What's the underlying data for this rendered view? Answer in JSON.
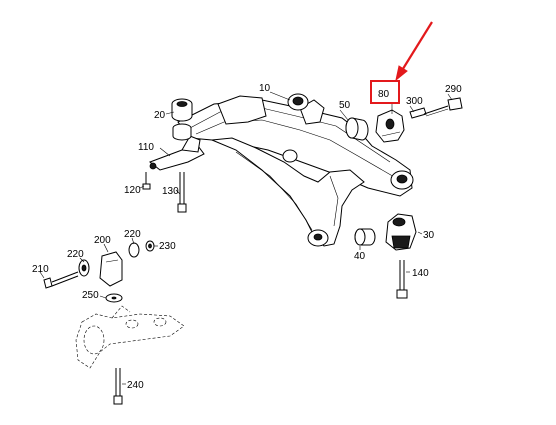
{
  "diagram": {
    "callouts": {
      "c10": "10",
      "c20": "20",
      "c30": "30",
      "c40": "40",
      "c50": "50",
      "c80": "80",
      "c110": "110",
      "c120": "120",
      "c130": "130",
      "c140": "140",
      "c200": "200",
      "c210": "210",
      "c220a": "220",
      "c220b": "220",
      "c230": "230",
      "c240": "240",
      "c250": "250",
      "c290": "290",
      "c300": "300"
    },
    "highlight_color": "#e3191c",
    "line_color": "#000000"
  }
}
